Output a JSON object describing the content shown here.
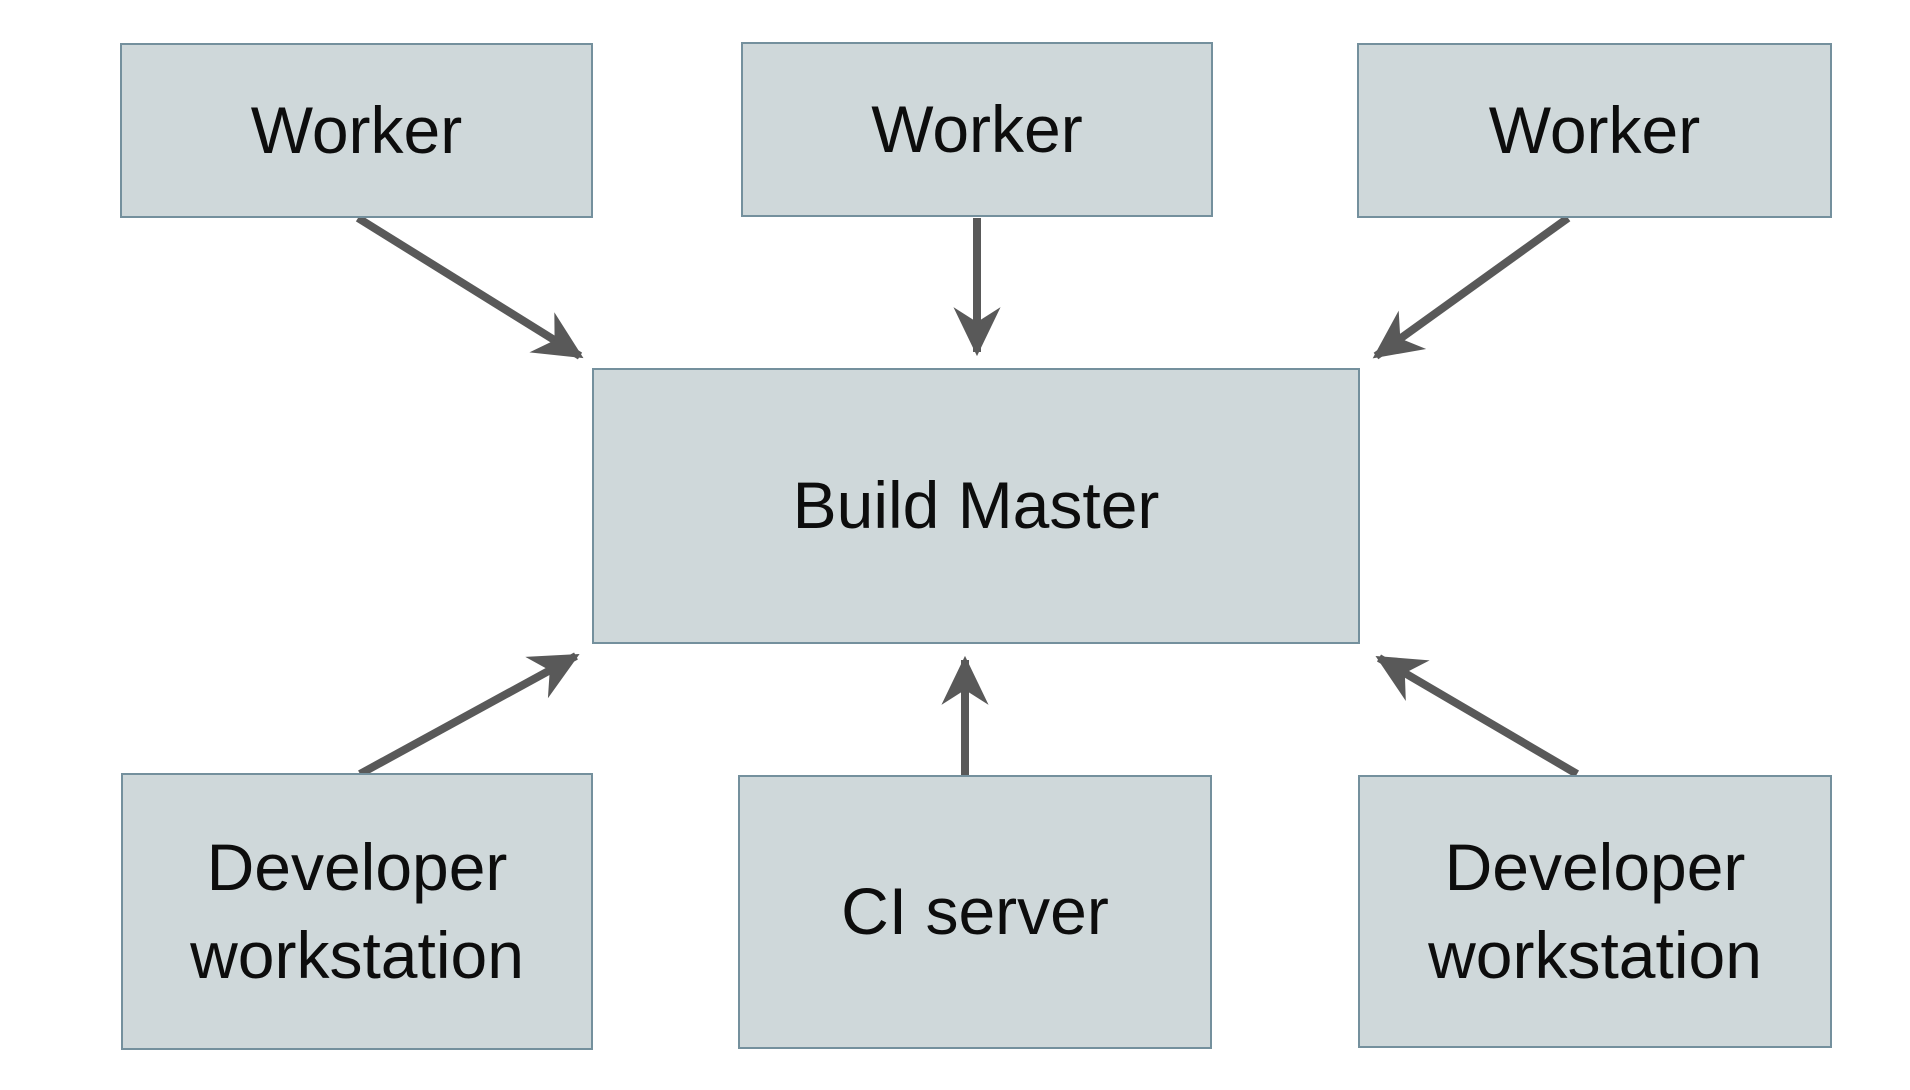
{
  "diagram": {
    "nodes": [
      {
        "id": "worker-1",
        "label": "Worker"
      },
      {
        "id": "worker-2",
        "label": "Worker"
      },
      {
        "id": "worker-3",
        "label": "Worker"
      },
      {
        "id": "build-master",
        "label": "Build Master"
      },
      {
        "id": "developer-workstation-left",
        "label": "Developer workstation"
      },
      {
        "id": "ci-server",
        "label": "CI server"
      },
      {
        "id": "developer-workstation-right",
        "label": "Developer workstation"
      }
    ],
    "edges": [
      {
        "from": "worker-1",
        "to": "build-master"
      },
      {
        "from": "worker-2",
        "to": "build-master"
      },
      {
        "from": "worker-3",
        "to": "build-master"
      },
      {
        "from": "developer-workstation-left",
        "to": "build-master"
      },
      {
        "from": "ci-server",
        "to": "build-master"
      },
      {
        "from": "developer-workstation-right",
        "to": "build-master"
      }
    ],
    "colors": {
      "node_fill": "#cfd8da",
      "node_border": "#74909d",
      "arrow": "#595959",
      "text": "#0d0d0d",
      "background": "#ffffff"
    }
  }
}
